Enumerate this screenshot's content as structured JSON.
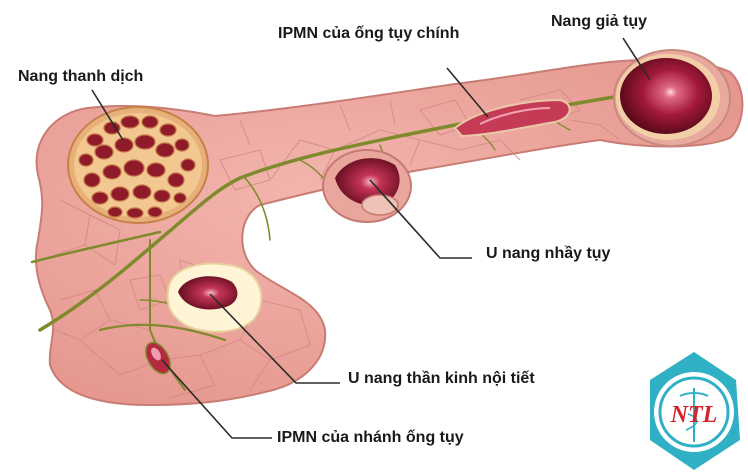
{
  "labels": {
    "serous_cyst": "Nang thanh dịch",
    "ipmn_main_duct": "IPMN của ống tụy chính",
    "pseudocyst": "Nang giả tụy",
    "mucinous_cyst": "U nang nhầy tụy",
    "neuroendocrine_cyst": "U nang thần kinh nội tiết",
    "ipmn_branch_duct": "IPMN của nhánh ống tụy"
  },
  "logo": {
    "text": "NTL"
  },
  "colors": {
    "pancreas": "#eaa39b",
    "pancreas_edge": "#c97c74",
    "lobule_line": "#d08880",
    "duct": "#7f8a2c",
    "cyst_dark": "#7a0c22",
    "cyst_mid": "#b2283f",
    "logo_teal": "#2fb0c4",
    "logo_red": "#d6232a"
  },
  "icons": {
    "logo": "caduceus-logo-icon"
  }
}
